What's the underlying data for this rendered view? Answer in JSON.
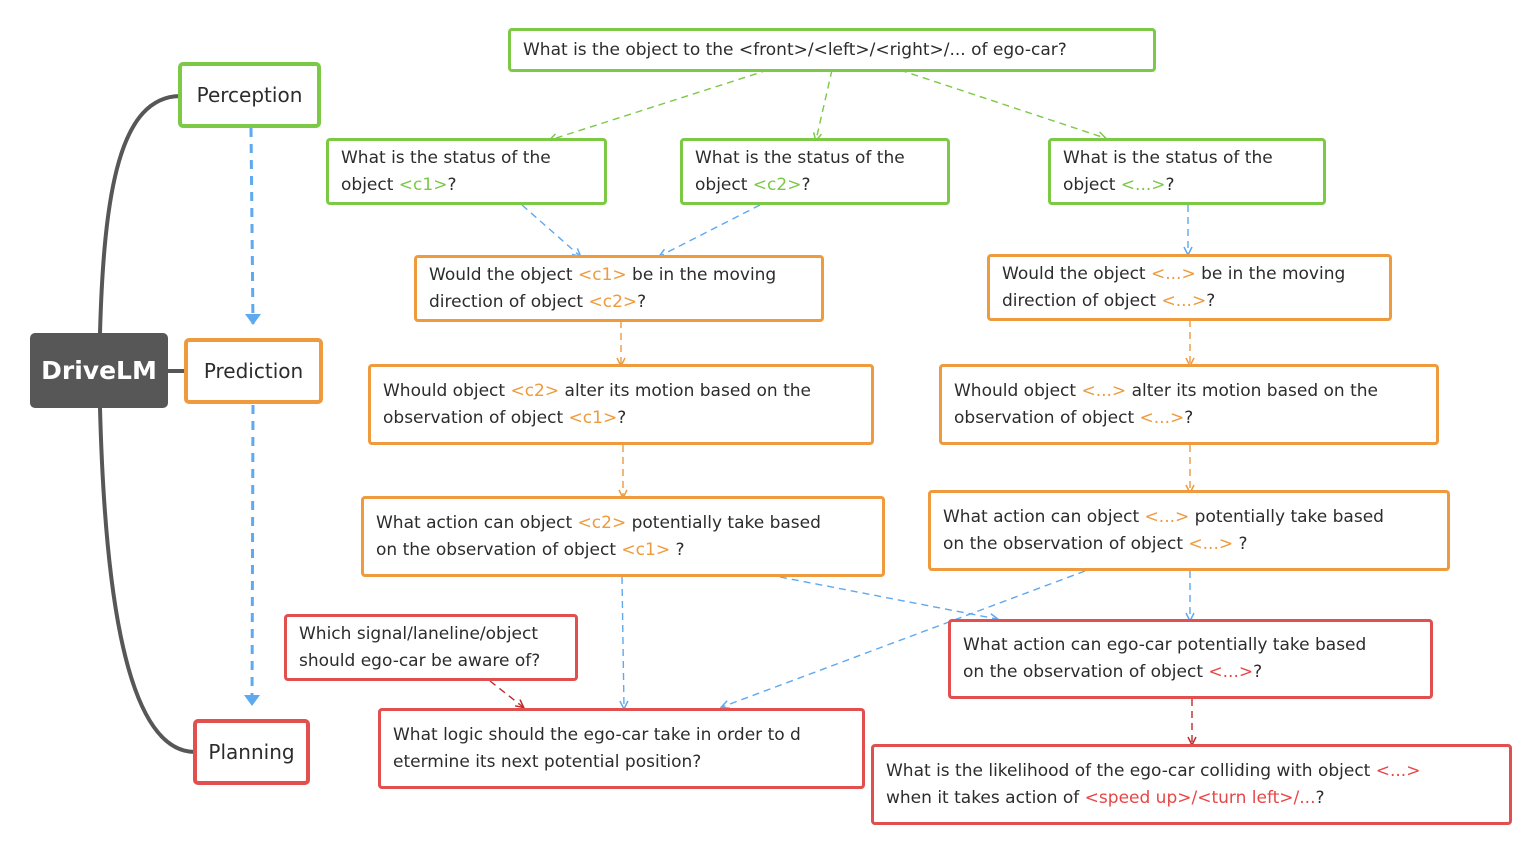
{
  "root": {
    "label": "DriveLM"
  },
  "stages": {
    "perception": "Perception",
    "prediction": "Prediction",
    "planning": "Planning"
  },
  "colors": {
    "perception": "#7cc946",
    "prediction": "#ee9a3d",
    "planning": "#e24f4f",
    "root": "#575757",
    "stage_arrow": "#5ea9f0",
    "branch": "#575757"
  },
  "nodes": {
    "q_front": {
      "a": "What is the object to the <front>/<left>/<right>/... of ego-car?"
    },
    "q_status_c1": {
      "a": "What is the status of the",
      "b": "object ",
      "c": "<c1>",
      "d": "?"
    },
    "q_status_c2": {
      "a": "What is the status of the",
      "b": "object ",
      "c": "<c2>",
      "d": "?"
    },
    "q_status_x": {
      "a": "What is the status of the",
      "b": "object ",
      "c": "<...>",
      "d": "?"
    },
    "q_moving_c": {
      "a": "Would the object ",
      "b": "<c1>",
      "c": " be in the moving",
      "d": "direction of object ",
      "e": "<c2>",
      "f": "?"
    },
    "q_moving_x": {
      "a": "Would the object ",
      "b": "<...>",
      "c": " be in the moving",
      "d": "direction of object ",
      "e": "<...>",
      "f": "?"
    },
    "q_alter_c": {
      "a": "Whould object ",
      "b": "<c2>",
      "c": " alter its motion based on the",
      "d": "observation of object ",
      "e": "<c1>",
      "f": "?"
    },
    "q_alter_x": {
      "a": "Whould object ",
      "b": "<...>",
      "c": " alter its motion based on the",
      "d": "observation of object ",
      "e": "<...>",
      "f": "?"
    },
    "q_action_c": {
      "a": "What action can object ",
      "b": "<c2>",
      "c": " potentially take based",
      "d": "on the observation of object ",
      "e": "<c1>",
      "f": " ?"
    },
    "q_action_x": {
      "a": "What action can object ",
      "b": "<...>",
      "c": " potentially take based",
      "d": "on the observation of object ",
      "e": "<...>",
      "f": " ?"
    },
    "q_signal": {
      "a": "Which signal/laneline/object",
      "b": "should ego-car be aware of?"
    },
    "q_ego_action": {
      "a": "What action can ego-car potentially take based",
      "b": "on the observation of object ",
      "c": "<...>",
      "d": "?"
    },
    "q_logic": {
      "a": "What logic should the ego-car take in order to d",
      "b": "etermine its next potential position?"
    },
    "q_collide": {
      "a": "What is the likelihood of the ego-car colliding with object ",
      "b": "<...>",
      "c": "when it takes action of ",
      "d": "<speed up>/<turn left>/...",
      "e": "?"
    }
  }
}
